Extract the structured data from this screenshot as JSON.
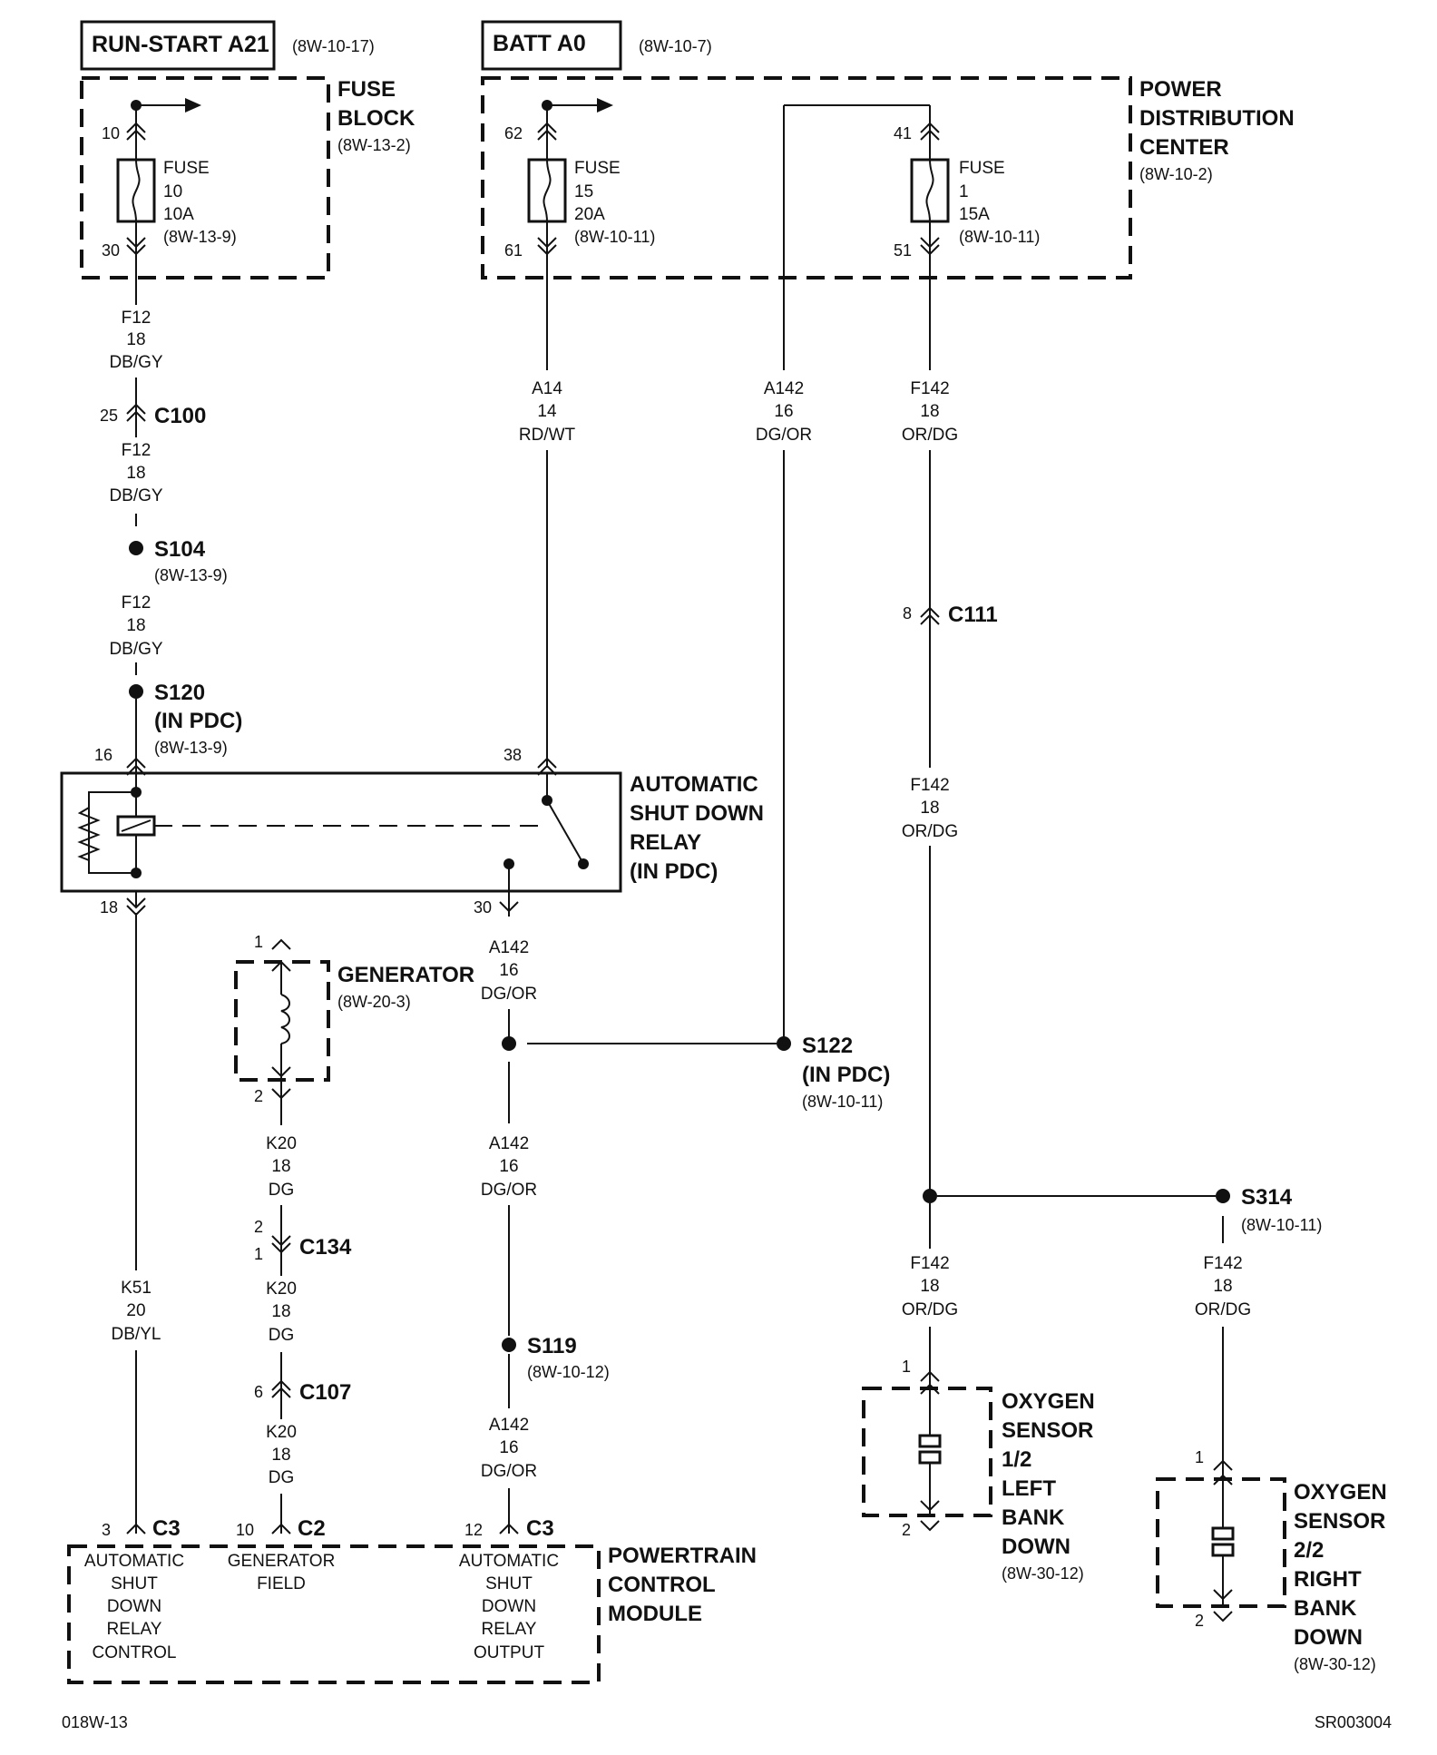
{
  "headers": {
    "run_start": "RUN-START A21",
    "run_start_ref": "(8W-10-17)",
    "batt": "BATT A0",
    "batt_ref": "(8W-10-7)"
  },
  "fuse_block": {
    "title1": "FUSE",
    "title2": "BLOCK",
    "ref": "(8W-13-2)",
    "pin_top": "10",
    "pin_bot": "30",
    "fuse_label": "FUSE",
    "fuse_num": "10",
    "fuse_amp": "10A",
    "fuse_ref": "(8W-13-9)"
  },
  "pdc": {
    "title1": "POWER",
    "title2": "DISTRIBUTION",
    "title3": "CENTER",
    "ref": "(8W-10-2)",
    "fuse15": {
      "pin_top": "62",
      "pin_bot": "61",
      "label": "FUSE",
      "num": "15",
      "amp": "20A",
      "ref": "(8W-10-11)"
    },
    "fuse1": {
      "pin_top": "41",
      "pin_bot": "51",
      "label": "FUSE",
      "num": "1",
      "amp": "15A",
      "ref": "(8W-10-11)"
    }
  },
  "wires": {
    "f12_a": [
      "F12",
      "18",
      "DB/GY"
    ],
    "f12_b": [
      "F12",
      "18",
      "DB/GY"
    ],
    "f12_c": [
      "F12",
      "18",
      "DB/GY"
    ],
    "a14": [
      "A14",
      "14",
      "RD/WT"
    ],
    "a142_top": [
      "A142",
      "16",
      "DG/OR"
    ],
    "f142_top": [
      "F142",
      "18",
      "OR/DG"
    ],
    "f142_mid": [
      "F142",
      "18",
      "OR/DG"
    ],
    "a142_relay": [
      "A142",
      "16",
      "DG/OR"
    ],
    "a142_mid": [
      "A142",
      "16",
      "DG/OR"
    ],
    "a142_bot": [
      "A142",
      "16",
      "DG/OR"
    ],
    "k20_a": [
      "K20",
      "18",
      "DG"
    ],
    "k20_b": [
      "K20",
      "18",
      "DG"
    ],
    "k20_c": [
      "K20",
      "18",
      "DG"
    ],
    "k51": [
      "K51",
      "20",
      "DB/YL"
    ],
    "f142_left": [
      "F142",
      "18",
      "OR/DG"
    ],
    "f142_right": [
      "F142",
      "18",
      "OR/DG"
    ]
  },
  "connectors": {
    "c100": {
      "name": "C100",
      "pin": "25"
    },
    "c111": {
      "name": "C111",
      "pin": "8"
    },
    "c134": {
      "name": "C134",
      "pin_a": "2",
      "pin_b": "1"
    },
    "c107": {
      "name": "C107",
      "pin": "6"
    }
  },
  "splices": {
    "s104": {
      "name": "S104",
      "ref": "(8W-13-9)"
    },
    "s120": {
      "name": "S120",
      "sub": "(IN PDC)",
      "ref": "(8W-13-9)"
    },
    "s122": {
      "name": "S122",
      "sub": "(IN PDC)",
      "ref": "(8W-10-11)"
    },
    "s119": {
      "name": "S119",
      "ref": "(8W-10-12)"
    },
    "s314": {
      "name": "S314",
      "ref": "(8W-10-11)"
    }
  },
  "relay": {
    "l1": "AUTOMATIC",
    "l2": "SHUT DOWN",
    "l3": "RELAY",
    "l4": "(IN PDC)",
    "pin16": "16",
    "pin38": "38",
    "pin18": "18",
    "pin30": "30"
  },
  "generator": {
    "title": "GENERATOR",
    "ref": "(8W-20-3)",
    "pin1": "1",
    "pin2": "2"
  },
  "pcm": {
    "t1": "POWERTRAIN",
    "t2": "CONTROL",
    "t3": "MODULE",
    "c3a_pin": "3",
    "c3a": "C3",
    "c2_pin": "10",
    "c2": "C2",
    "c3b_pin": "12",
    "c3b": "C3",
    "asd_ctrl": [
      "AUTOMATIC",
      "SHUT",
      "DOWN",
      "RELAY",
      "CONTROL"
    ],
    "gen_field": [
      "GENERATOR",
      "FIELD"
    ],
    "asd_out": [
      "AUTOMATIC",
      "SHUT",
      "DOWN",
      "RELAY",
      "OUTPUT"
    ]
  },
  "o2_left": {
    "pin1": "1",
    "pin2": "2",
    "l1": "OXYGEN",
    "l2": "SENSOR",
    "l3": "1/2",
    "l4": "LEFT",
    "l5": "BANK",
    "l6": "DOWN",
    "ref": "(8W-30-12)"
  },
  "o2_right": {
    "pin1": "1",
    "pin2": "2",
    "l1": "OXYGEN",
    "l2": "SENSOR",
    "l3": "2/2",
    "l4": "RIGHT",
    "l5": "BANK",
    "l6": "DOWN",
    "ref": "(8W-30-12)"
  },
  "footer": {
    "left": "018W-13",
    "right": "SR003004"
  }
}
